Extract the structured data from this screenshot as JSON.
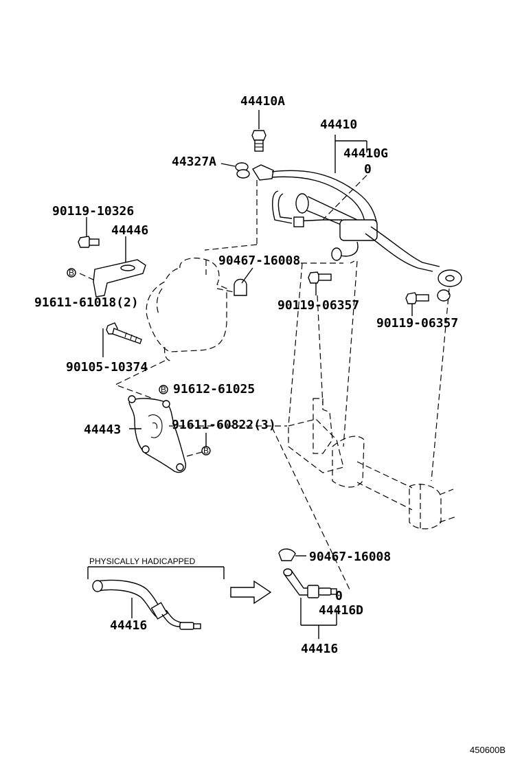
{
  "diagram": {
    "labels": {
      "p44410A": "44410A",
      "p44410": "44410",
      "p44410G": "44410G",
      "p44327A": "44327A",
      "p90119_10326": "90119-10326",
      "p44446": "44446",
      "p90467_16008_top": "90467-16008",
      "p91611_61018": "91611-61018(2)",
      "p90119_06357_a": "90119-06357",
      "p90119_06357_b": "90119-06357",
      "p90105_10374": "90105-10374",
      "p91612_61025": "91612-61025",
      "p44443": "44443",
      "p91611_60822": "91611-60822(3)",
      "p90467_16008_bottom": "90467-16008",
      "p44416_left": "44416",
      "p44416D": "44416D",
      "p44416_bottom": "44416"
    },
    "zero_marks": {
      "zero_44410G": "0",
      "zero_44416D": "0"
    },
    "markers": {
      "b1": "B",
      "b2": "B",
      "b3": "B"
    },
    "variant_caption": "PHYSICALLY HADICAPPED",
    "figure_number": "450600B"
  }
}
